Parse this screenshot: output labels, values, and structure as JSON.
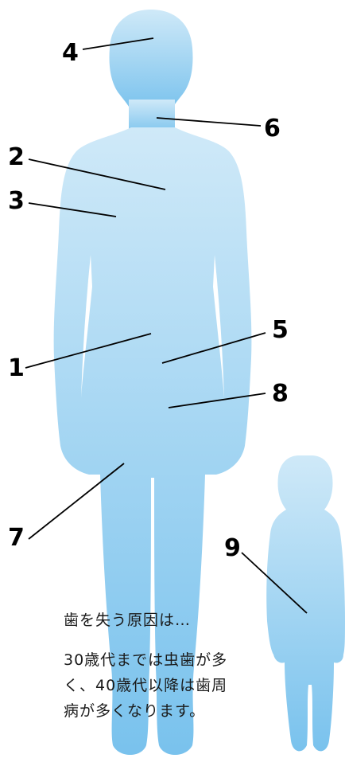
{
  "labels": {
    "n1": "1",
    "n2": "2",
    "n3": "3",
    "n4": "4",
    "n5": "5",
    "n6": "6",
    "n7": "7",
    "n8": "8",
    "n9": "9"
  },
  "caption": {
    "heading": "歯を失う原因は…",
    "line1": "30歳代までは虫歯が多",
    "line2": "く、40歳代以降は歯周",
    "line3": "病が多くなります。"
  },
  "colors": {
    "figure_top": "#c9e6f7",
    "figure_bottom": "#7cc4ee"
  }
}
